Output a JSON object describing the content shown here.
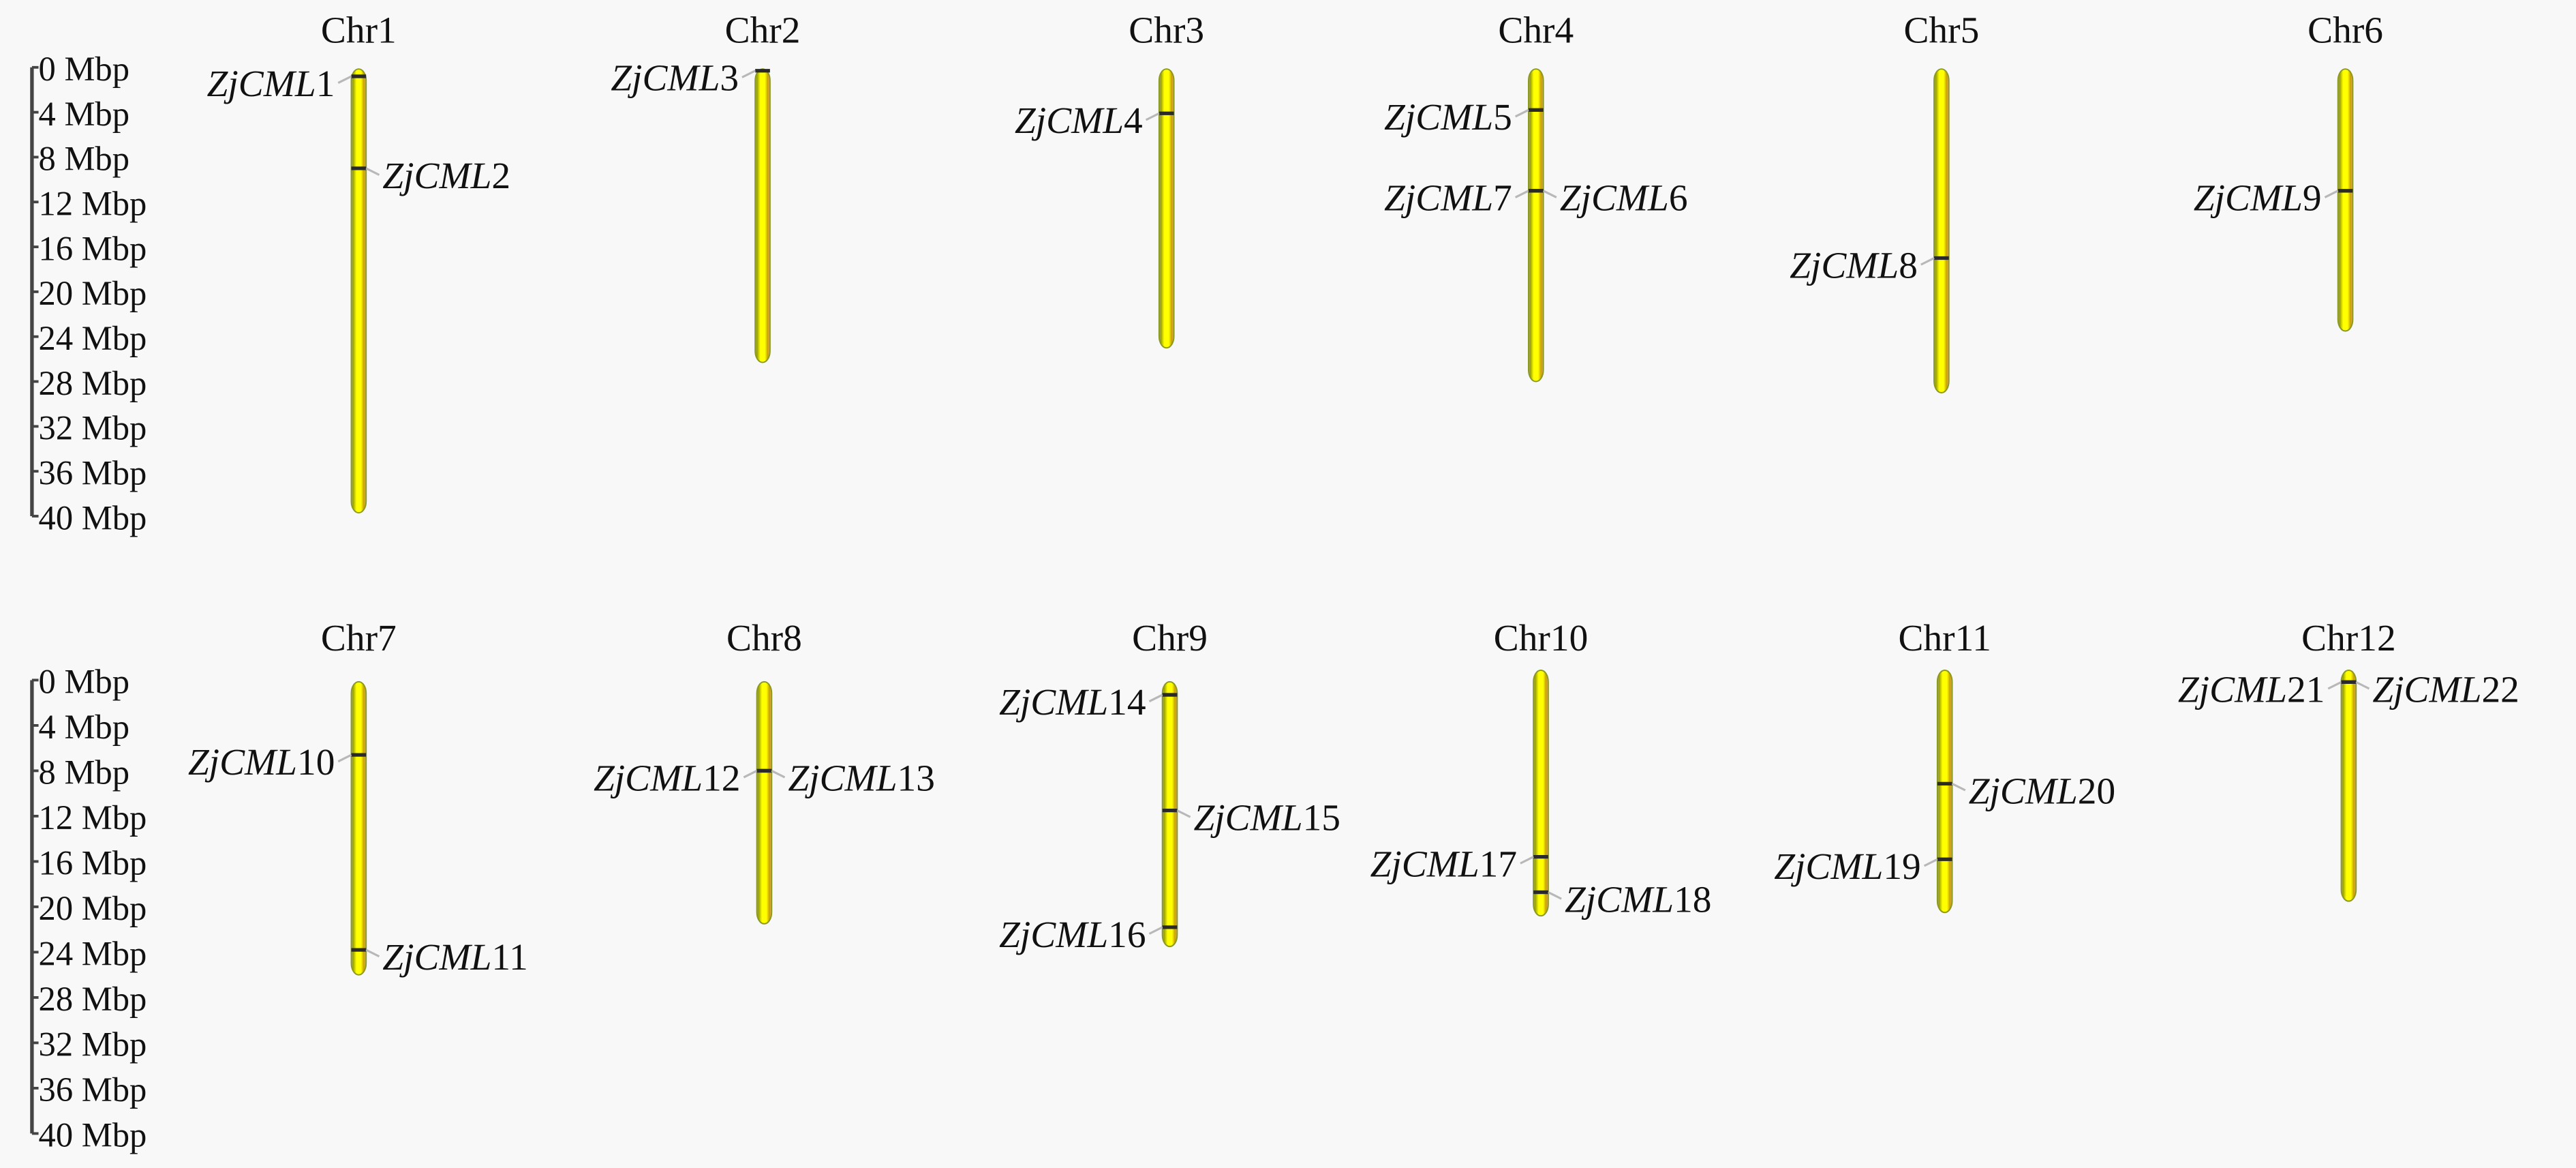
{
  "figure": {
    "background": "#f8f8f8",
    "chromosome_fill": "#ffff00",
    "chromosome_edge_left": "#9aa000",
    "chromosome_edge_right": "#e0a060",
    "gene_band_color": "#2a2a2a",
    "leader_color": "#b8b8b8"
  },
  "scale_bars": [
    {
      "row": 1,
      "ticks": [
        "0 Mbp",
        "4 Mbp",
        "8 Mbp",
        "12 Mbp",
        "16 Mbp",
        "20 Mbp",
        "24 Mbp",
        "28 Mbp",
        "32 Mbp",
        "36 Mbp",
        "40 Mbp"
      ]
    },
    {
      "row": 2,
      "ticks": [
        "0 Mbp",
        "4 Mbp",
        "8 Mbp",
        "12 Mbp",
        "16 Mbp",
        "20 Mbp",
        "24 Mbp",
        "28 Mbp",
        "32 Mbp",
        "36 Mbp",
        "40 Mbp"
      ]
    }
  ],
  "chromosomes": [
    {
      "name": "Chr1",
      "length_mbp": 39.7,
      "genes": [
        {
          "prefix": "ZjCML",
          "num": "1",
          "pos_mbp": 0.8,
          "side": "left"
        },
        {
          "prefix": "ZjCML",
          "num": "2",
          "pos_mbp": 9.0,
          "side": "right"
        }
      ]
    },
    {
      "name": "Chr2",
      "length_mbp": 26.3,
      "genes": [
        {
          "prefix": "ZjCML",
          "num": "3",
          "pos_mbp": 0.3,
          "side": "left"
        }
      ]
    },
    {
      "name": "Chr3",
      "length_mbp": 25.0,
      "genes": [
        {
          "prefix": "ZjCML",
          "num": "4",
          "pos_mbp": 4.1,
          "side": "left"
        }
      ]
    },
    {
      "name": "Chr4",
      "length_mbp": 28.0,
      "genes": [
        {
          "prefix": "ZjCML",
          "num": "5",
          "pos_mbp": 3.8,
          "side": "left"
        },
        {
          "prefix": "ZjCML",
          "num": "7",
          "pos_mbp": 11.0,
          "side": "left"
        },
        {
          "prefix": "ZjCML",
          "num": "6",
          "pos_mbp": 11.0,
          "side": "right"
        }
      ]
    },
    {
      "name": "Chr5",
      "length_mbp": 29.0,
      "genes": [
        {
          "prefix": "ZjCML",
          "num": "8",
          "pos_mbp": 17.0,
          "side": "left"
        }
      ]
    },
    {
      "name": "Chr6",
      "length_mbp": 23.5,
      "genes": [
        {
          "prefix": "ZjCML",
          "num": "9",
          "pos_mbp": 11.0,
          "side": "left"
        }
      ]
    },
    {
      "name": "Chr7",
      "length_mbp": 26.0,
      "genes": [
        {
          "prefix": "ZjCML",
          "num": "10",
          "pos_mbp": 6.6,
          "side": "left"
        },
        {
          "prefix": "ZjCML",
          "num": "11",
          "pos_mbp": 23.8,
          "side": "right"
        }
      ]
    },
    {
      "name": "Chr8",
      "length_mbp": 21.5,
      "genes": [
        {
          "prefix": "ZjCML",
          "num": "12",
          "pos_mbp": 8.0,
          "side": "left"
        },
        {
          "prefix": "ZjCML",
          "num": "13",
          "pos_mbp": 8.0,
          "side": "right"
        }
      ]
    },
    {
      "name": "Chr9",
      "length_mbp": 23.5,
      "genes": [
        {
          "prefix": "ZjCML",
          "num": "14",
          "pos_mbp": 1.3,
          "side": "left"
        },
        {
          "prefix": "ZjCML",
          "num": "15",
          "pos_mbp": 11.5,
          "side": "right"
        },
        {
          "prefix": "ZjCML",
          "num": "16",
          "pos_mbp": 21.8,
          "side": "left"
        }
      ]
    },
    {
      "name": "Chr10",
      "length_mbp": 20.8,
      "genes": [
        {
          "prefix": "ZjCML",
          "num": "17",
          "pos_mbp": 15.8,
          "side": "left"
        },
        {
          "prefix": "ZjCML",
          "num": "18",
          "pos_mbp": 18.8,
          "side": "right"
        }
      ]
    },
    {
      "name": "Chr11",
      "length_mbp": 20.5,
      "genes": [
        {
          "prefix": "ZjCML",
          "num": "20",
          "pos_mbp": 9.6,
          "side": "right"
        },
        {
          "prefix": "ZjCML",
          "num": "19",
          "pos_mbp": 16.0,
          "side": "left"
        }
      ]
    },
    {
      "name": "Chr12",
      "length_mbp": 19.5,
      "genes": [
        {
          "prefix": "ZjCML",
          "num": "21",
          "pos_mbp": 1.0,
          "side": "left"
        },
        {
          "prefix": "ZjCML",
          "num": "22",
          "pos_mbp": 1.0,
          "side": "right"
        }
      ]
    }
  ]
}
